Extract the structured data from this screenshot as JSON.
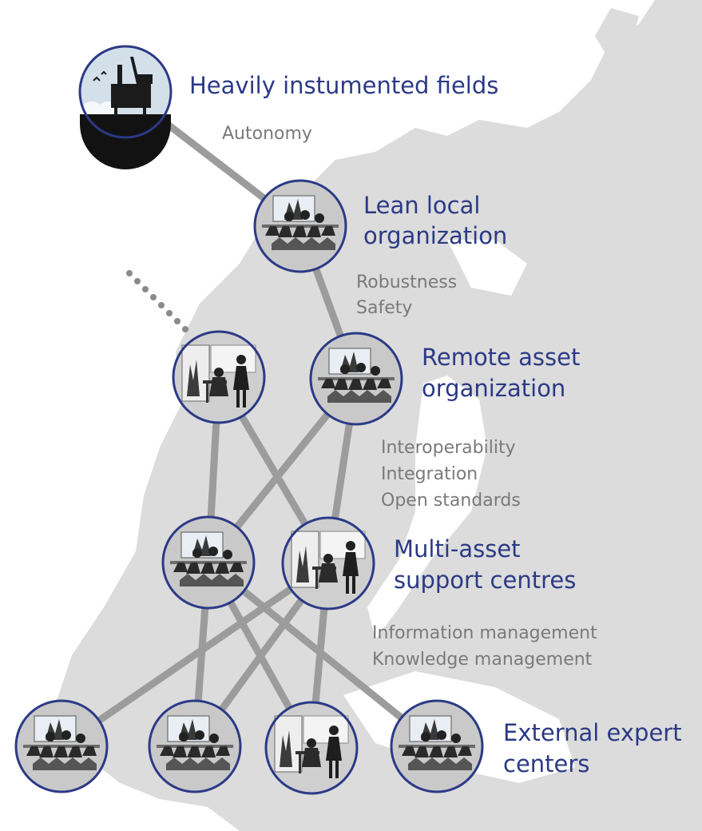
{
  "tiers": {
    "fields": "Heavily instumented fields",
    "local_1": "Lean local",
    "local_2": "organization",
    "remote_1": "Remote asset",
    "remote_2": "organization",
    "multi_1": "Multi-asset",
    "multi_2": "support centres",
    "external_1": "External expert",
    "external_2": "centers"
  },
  "capabilities": {
    "autonomy": "Autonomy",
    "robustness": "Robustness",
    "safety": "Safety",
    "interoperability": "Interoperability",
    "integration": "Integration",
    "open_standards": "Open standards",
    "information_management": "Information management",
    "knowledge_management": "Knowledge management"
  },
  "colors": {
    "heading": "#2b3a86",
    "caption": "#7a7a7a",
    "land": "#dcdcdc",
    "connector": "#9c9c9c",
    "node_ring": "#2b3a86"
  }
}
